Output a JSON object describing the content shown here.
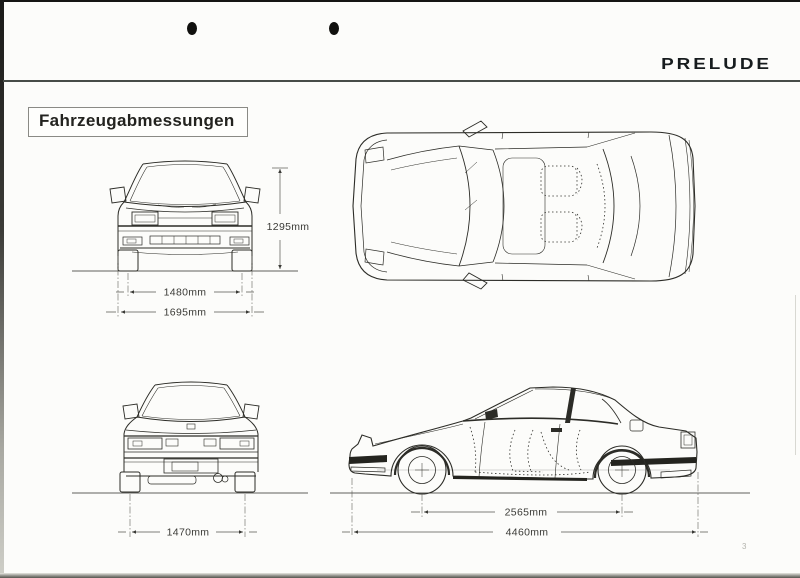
{
  "header": {
    "brand_logo": "PRELUDE"
  },
  "page": {
    "title": "Fahrzeugabmessungen",
    "page_number": "3"
  },
  "dimensions": {
    "front_height": "1295mm",
    "front_track": "1480mm",
    "overall_width": "1695mm",
    "rear_track": "1470mm",
    "wheelbase": "2565mm",
    "overall_length": "4460mm"
  },
  "colors": {
    "line": "#2c2c27",
    "paper": "#fcfcfa",
    "logo_dark": "#171c1e"
  }
}
